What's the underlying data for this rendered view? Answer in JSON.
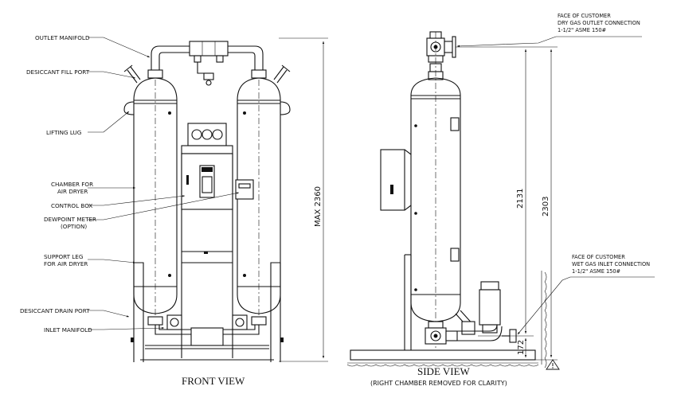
{
  "front_view": {
    "title": "FRONT VIEW",
    "callouts": {
      "outlet_manifold": "OUTLET MANIFOLD",
      "desiccant_fill_port": "DESICCANT FILL PORT",
      "lifting_lug": "LIFTING LUG",
      "chamber_line1": "CHAMBER FOR",
      "chamber_line2": "AIR DRYER",
      "control_box": "CONTROL BOX",
      "dewpoint_line1": "DEWPOINT METER",
      "dewpoint_line2": "(OPTION)",
      "support_line1": "SUPPORT LEG",
      "support_line2": "FOR AIR DRYER",
      "desiccant_drain_port": "DESICCANT DRAIN PORT",
      "inlet_manifold": "INLET MANIFOLD"
    },
    "dimension_max_height": "MAX 2360"
  },
  "side_view": {
    "title": "SIDE VIEW",
    "subtitle": "(RIGHT CHAMBER REMOVED FOR CLARITY)",
    "outlet_note": {
      "line1": "FACE OF CUSTOMER",
      "line2": "DRY GAS OUTLET CONNECTION",
      "line3": "1-1/2\" ASME 150#"
    },
    "inlet_note": {
      "line1": "FACE OF CUSTOMER",
      "line2": "WET GAS INLET CONNECTION",
      "line3": "1-1/2\" ASME 150#"
    },
    "dimensions": {
      "outlet_height": "2131",
      "overall_height": "2303",
      "inlet_height": "172"
    },
    "warning_symbol": "warning-triangle-icon"
  }
}
